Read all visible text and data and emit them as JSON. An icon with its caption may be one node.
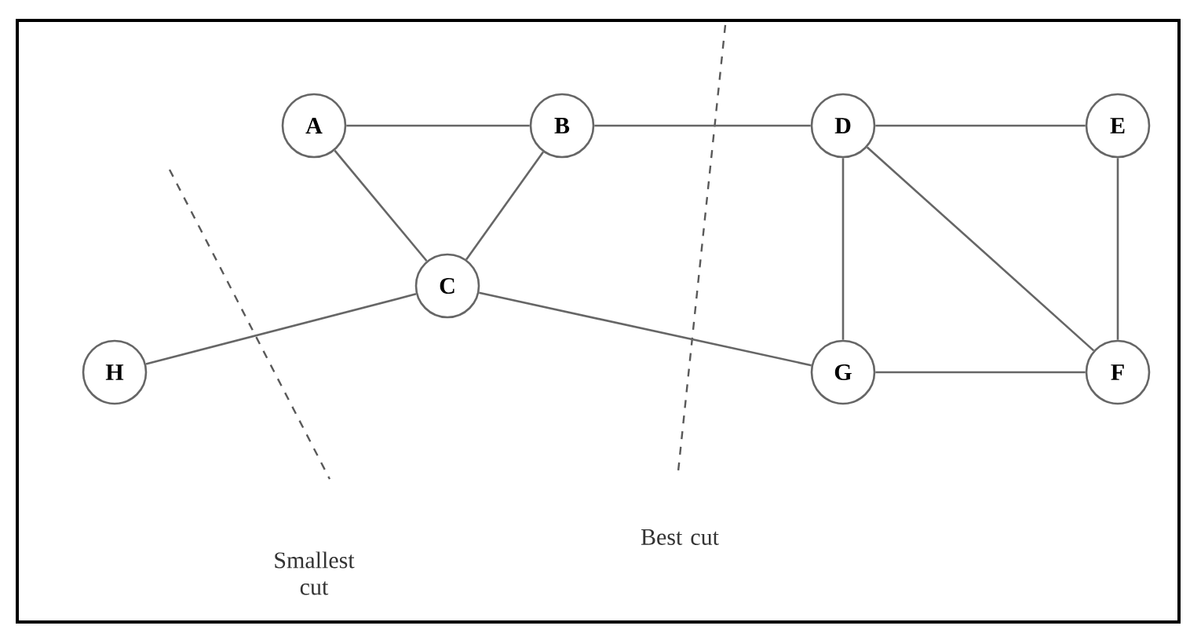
{
  "diagram": {
    "nodes": [
      {
        "text": [
          "A"
        ]
      },
      {
        "text": [
          "B"
        ]
      },
      {
        "text": [
          "D"
        ]
      },
      {
        "text": [
          "E"
        ]
      },
      {
        "text": [
          "C"
        ]
      },
      {
        "text": [
          "H"
        ]
      },
      {
        "text": [
          "G"
        ]
      },
      {
        "text": [
          "F"
        ]
      }
    ],
    "edges": [
      {
        "from": 0,
        "to": 1,
        "arrow": "none"
      },
      {
        "from": 0,
        "to": 4,
        "arrow": "none"
      },
      {
        "from": 1,
        "to": 4,
        "arrow": "none"
      },
      {
        "from": 1,
        "to": 2,
        "arrow": "none"
      },
      {
        "from": 2,
        "to": 3,
        "arrow": "none"
      },
      {
        "from": 2,
        "to": 6,
        "arrow": "none"
      },
      {
        "from": 2,
        "to": 7,
        "arrow": "none"
      },
      {
        "from": 3,
        "to": 7,
        "arrow": "none"
      },
      {
        "from": 6,
        "to": 7,
        "arrow": "none"
      },
      {
        "from": 4,
        "to": 5,
        "arrow": "none"
      },
      {
        "from": 4,
        "to": 6,
        "arrow": "none"
      }
    ],
    "labels": [
      "Smallest cut",
      "Best cut"
    ]
  }
}
